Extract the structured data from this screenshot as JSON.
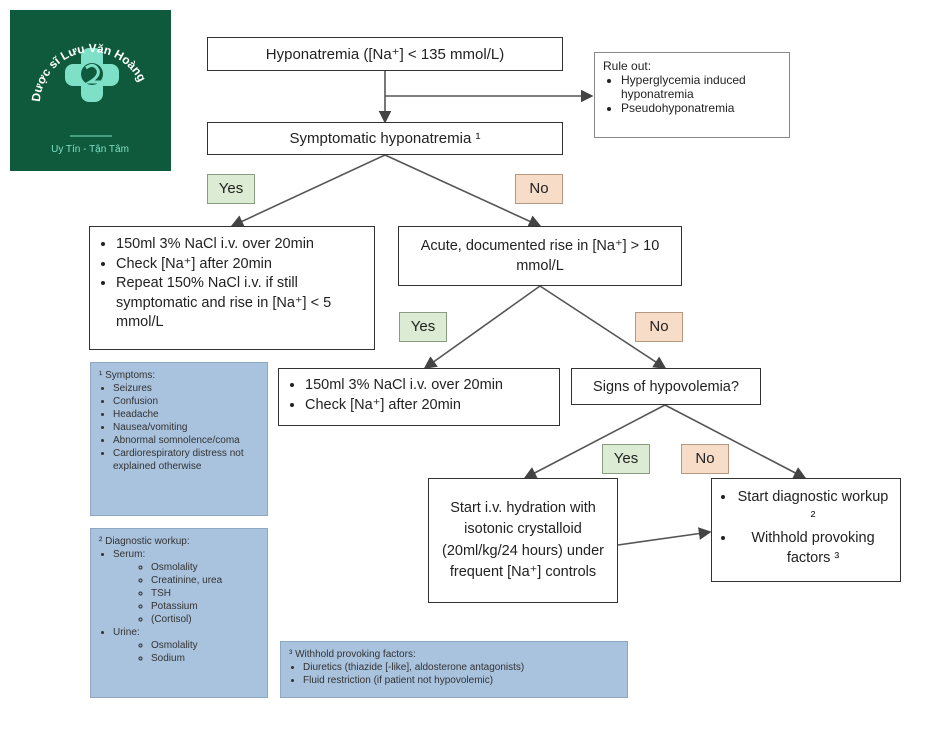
{
  "logo": {
    "arc_text": "Dược sĩ Lưu Văn Hoàng",
    "tagline": "Uy Tín - Tận Tâm"
  },
  "flow": {
    "start": "Hyponatremia ([Na⁺] < 135 mmol/L)",
    "rule_out": {
      "title": "Rule out:",
      "items": [
        "Hyperglycemia induced hyponatremia",
        "Pseudohyponatremia"
      ]
    },
    "symptomatic": "Symptomatic hyponatremia ¹",
    "yes": "Yes",
    "no": "No",
    "treat_box": [
      "150ml 3% NaCl i.v. over 20min",
      "Check [Na⁺] after 20min",
      "Repeat 150% NaCl i.v. if still symptomatic and rise in [Na⁺] < 5 mmol/L"
    ],
    "acute": "Acute, documented rise in [Na⁺] > 10 mmol/L",
    "acute_treat": [
      "150ml 3% NaCl i.v. over 20min",
      "Check [Na⁺] after 20min"
    ],
    "hypovolemia": "Signs of hypovolemia?",
    "hydration": "Start i.v. hydration with isotonic crystalloid (20ml/kg/24 hours) under frequent [Na⁺] controls",
    "workup": [
      "Start diagnostic workup ²",
      "Withhold provoking factors ³"
    ]
  },
  "notes": {
    "symptoms": {
      "title": "¹ Symptoms:",
      "items": [
        "Seizures",
        "Confusion",
        "Headache",
        "Nausea/vomiting",
        "Abnormal somnolence/coma",
        "Cardiorespiratory distress not explained otherwise"
      ]
    },
    "diagnostic": {
      "title": "² Diagnostic workup:",
      "serum_label": "Serum:",
      "serum": [
        "Osmolality",
        "Creatinine, urea",
        "TSH",
        "Potassium",
        "(Cortisol)"
      ],
      "urine_label": "Urine:",
      "urine": [
        "Osmolality",
        "Sodium"
      ]
    },
    "provoking": {
      "title": "³ Withhold provoking factors:",
      "items": [
        "Diuretics (thiazide [-like], aldosterone antagonists)",
        "Fluid restriction (if patient not hypovolemic)"
      ]
    }
  },
  "colors": {
    "logo_bg": "#0f5a3c",
    "yes_bg": "#dcebd3",
    "no_bg": "#f7dcc8",
    "note_bg": "#a9c2dd"
  }
}
